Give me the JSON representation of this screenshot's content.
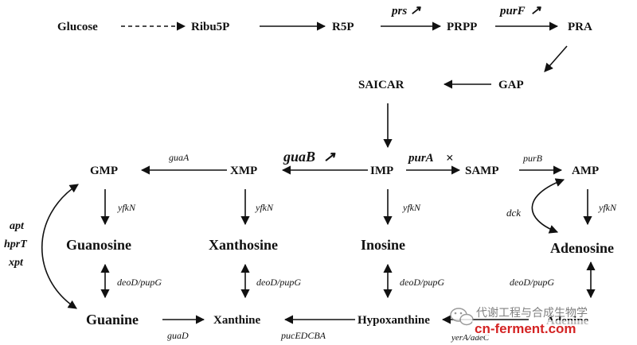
{
  "nodes": {
    "glucose": "Glucose",
    "ribu5p": "Ribu5P",
    "r5p": "R5P",
    "prpp": "PRPP",
    "pra": "PRA",
    "gap": "GAP",
    "saicar": "SAICAR",
    "imp": "IMP",
    "xmp": "XMP",
    "gmp": "GMP",
    "samp": "SAMP",
    "amp": "AMP",
    "guanosine": "Guanosine",
    "xanthosine": "Xanthosine",
    "inosine": "Inosine",
    "adenosine": "Adenosine",
    "guanine": "Guanine",
    "xanthine": "Xanthine",
    "hypoxanthine": "Hypoxanthine",
    "adenine": "Adenine"
  },
  "enzymes": {
    "prs": "prs",
    "purF": "purF",
    "guaB": "guaB",
    "purA": "purA",
    "purB": "purB",
    "guaA": "guaA",
    "yfkN_gmp": "yfkN",
    "yfkN_xmp": "yfkN",
    "yfkN_imp": "yfkN",
    "yfkN_amp": "yfkN",
    "dck": "dck",
    "apt": "apt",
    "hprT": "hprT",
    "xpt": "xpt",
    "deoD_1": "deoD/pupG",
    "deoD_2": "deoD/pupG",
    "deoD_3": "deoD/pupG",
    "deoD_4": "deoD/pupG",
    "guaD": "guaD",
    "pucEDCBA": "pucEDCBA",
    "yerA": "yerA/adeC"
  },
  "marks": {
    "up": "↗",
    "block": "×"
  },
  "watermark": {
    "wechat_text": "代谢工程与合成生物学",
    "logo_text": "cn-ferment.com"
  },
  "colors": {
    "ink": "#111111",
    "logo_red": "#d42323",
    "watermark_grey": "#6b6b6b"
  }
}
